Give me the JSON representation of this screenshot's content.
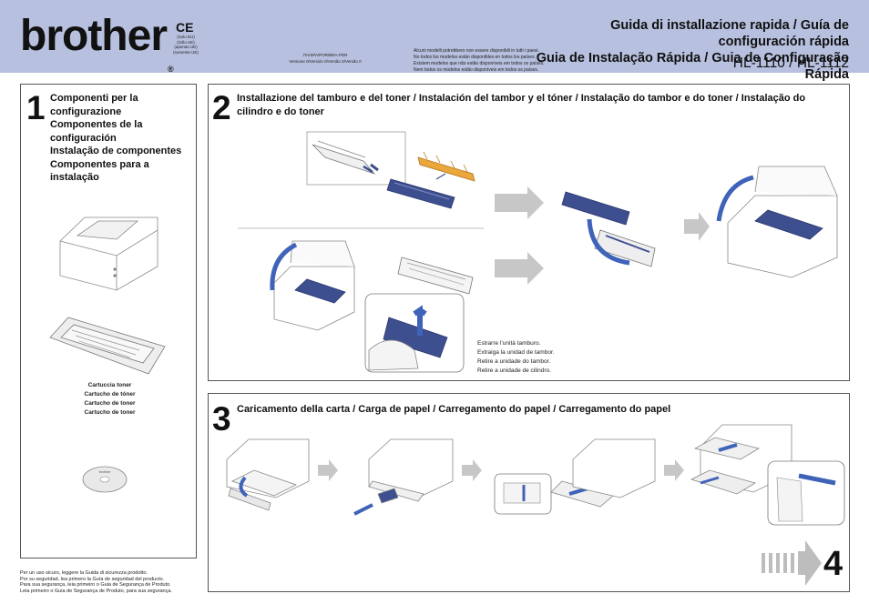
{
  "header": {
    "logo": "brother",
    "logo_reg": "®",
    "ce_mark": "CE",
    "ce_notes": [
      "(Solo EU)",
      "(Sólo UE)",
      "(apenas UE)",
      "(somente UE)"
    ],
    "version_code": "ITA/SPA/POR/BRA-PDR",
    "version_line": "Versione 0/Versión 0/Versão 0/Versão 0",
    "availability": [
      "Alcuni modelli potrebbero non essere disponibili in tutti i paesi.",
      "No todos los modelos están disponibles en todos los países.",
      "Existem modelos que não estão disponíveis em todos os países.",
      "Nem todos os modelos estão disponíveis em todos os países."
    ],
    "title_line1": "Guida di installazione rapida / Guía de configuración rápida",
    "title_line2": "Guia de Instalação Rápida / Guia de Configuração Rápida",
    "model": "HL-1110 / HL-1112"
  },
  "step1": {
    "number": "1",
    "title_lines": [
      "Componenti per la",
      "configurazione",
      "Componentes de la",
      "configuración",
      "Instalação de componentes",
      "Componentes para a",
      "instalação"
    ],
    "toner_labels": [
      "Cartuccia toner",
      "Cartucho de tóner",
      "Cartucho de toner",
      "Cartucho de toner"
    ],
    "cd_label": "brother"
  },
  "step2": {
    "number": "2",
    "title": "Installazione del tamburo e del toner / Instalación del tambor y el tóner / Instalação do tambor e do toner / Instalação do cilindro e do toner",
    "drum_caption": [
      "Estrarre l’unità tamburo.",
      "Extraiga la unidad de tambor.",
      "Retire a unidade do tambor.",
      "Retire a unidade de cilindro."
    ]
  },
  "step3": {
    "number": "3",
    "title": "Caricamento della carta / Carga de papel / Carregamento do papel / Carregamento do papel"
  },
  "safety": [
    "Per un uso sicuro, leggere la Guida di sicurezza prodotto.",
    "Por su seguridad, lea primero la Guía de seguridad del producto.",
    "Para sua segurança, leia primeiro o Guia de Segurança de Produto.",
    "Leia primeiro o Guia de Segurança de Produto, para sua segurança."
  ],
  "next_step": "4",
  "colors": {
    "header_bg": "#b7c0df",
    "part_blue": "#3d4f8e",
    "part_blue_light": "#7f8fc6",
    "toner_orange": "#e9a73c",
    "arrow_gray": "#c7c7c7"
  }
}
